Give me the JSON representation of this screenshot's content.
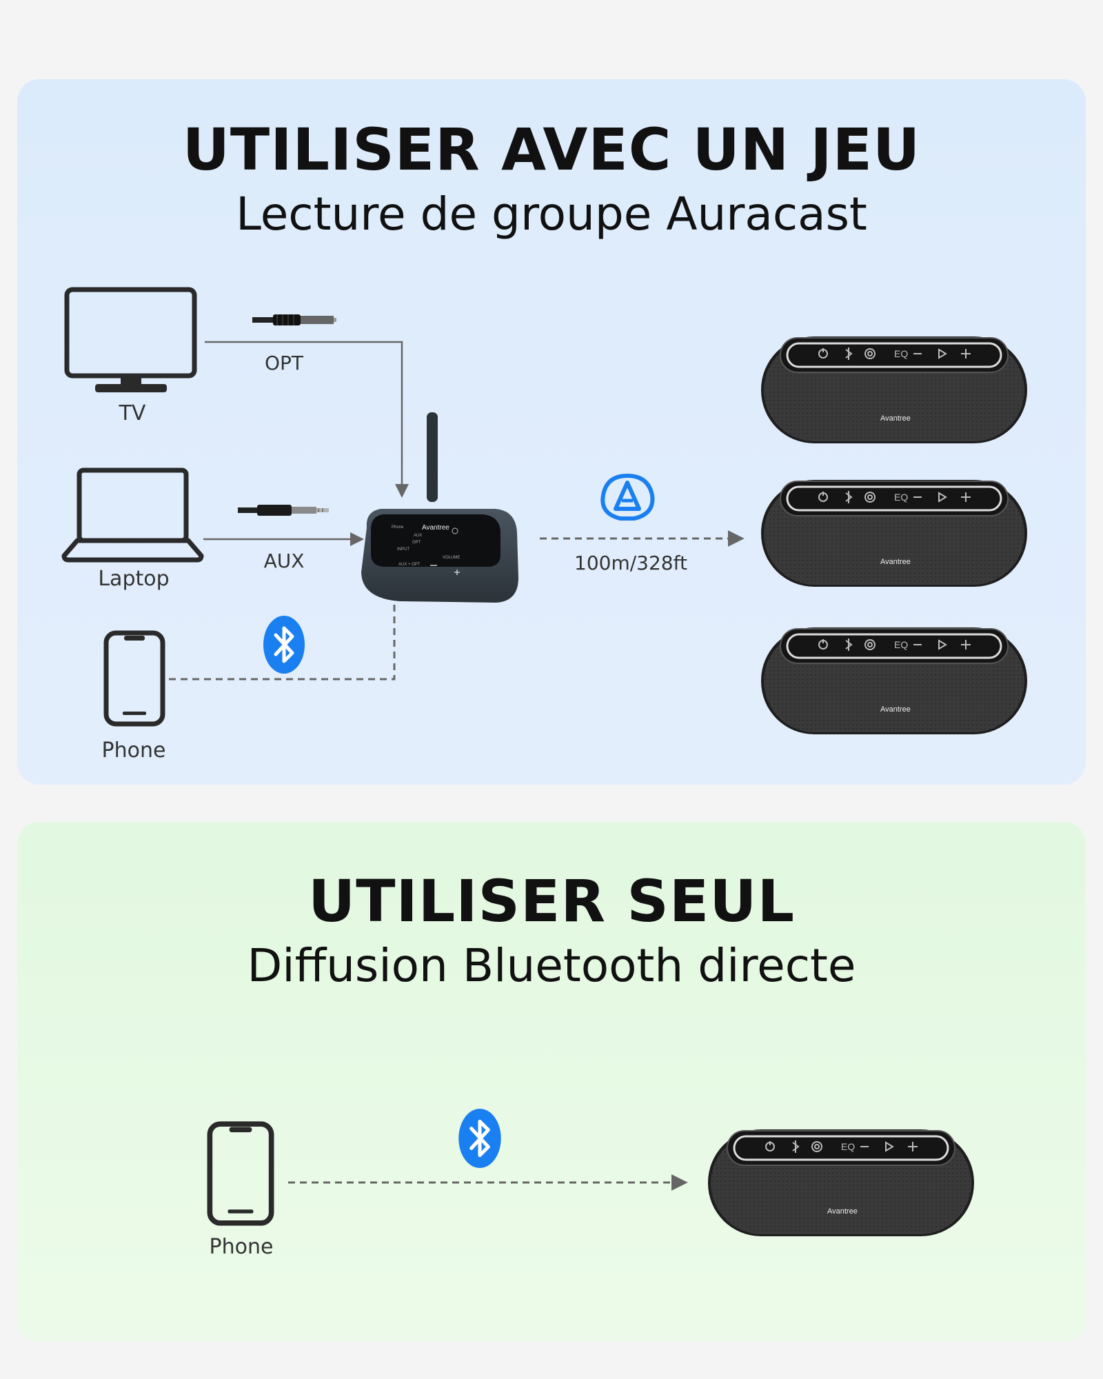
{
  "group_section": {
    "title": "UTILISER AVEC UN JEU",
    "subtitle": "Lecture de groupe Auracast",
    "devices": {
      "tv": "TV",
      "laptop": "Laptop",
      "phone": "Phone"
    },
    "connections": {
      "optical": "OPT",
      "aux": "AUX",
      "range": "100m/328ft"
    }
  },
  "solo_section": {
    "title": "UTILISER SEUL",
    "subtitle": "Diffusion Bluetooth directe",
    "devices": {
      "phone": "Phone"
    }
  },
  "transmitter": {
    "brand": "Avantree",
    "labels": [
      "Phone",
      "AUX",
      "OPT",
      "INPUT",
      "VOLUME",
      "AUX + OPT"
    ]
  },
  "speaker": {
    "brand": "Avantree",
    "controls": [
      "EQ"
    ],
    "sublabels": [
      "Bluetooth",
      "Auracast"
    ]
  },
  "colors": {
    "top_panel": "#dcebfb",
    "bottom_panel": "#e2f8e0",
    "bluetooth_blue": "#1a7ff0",
    "line_gray": "#666666"
  },
  "icons": [
    "tv-icon",
    "laptop-icon",
    "phone-icon",
    "bluetooth-icon",
    "auracast-icon",
    "jack-cable-icon",
    "transmitter-device",
    "speaker-device"
  ]
}
